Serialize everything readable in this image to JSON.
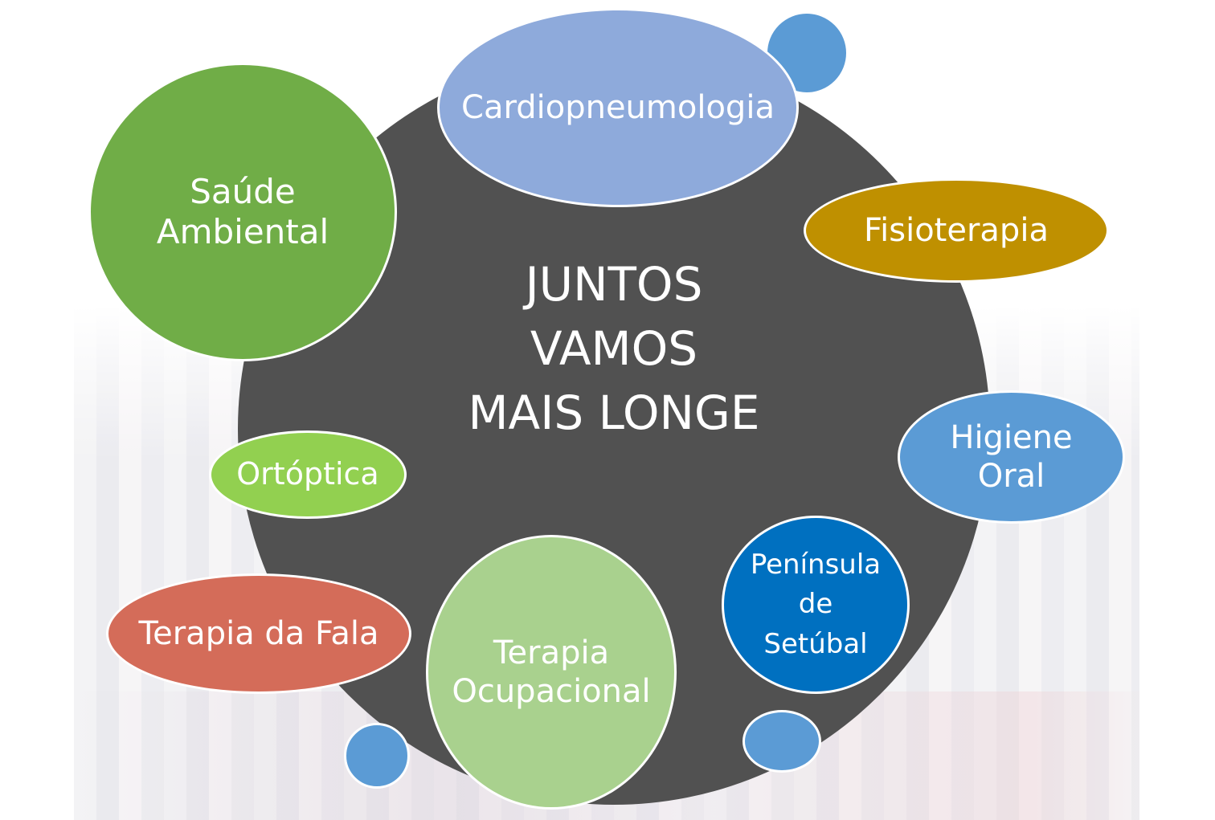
{
  "center": {
    "label": "JUNTOS\nVAMOS\nMAIS LONGE",
    "color": "#515151"
  },
  "nodes": {
    "cardiopneumologia": {
      "label": "Cardiopneumologia",
      "color": "#8eaadb"
    },
    "saude_ambiental": {
      "label": "Saúde\nAmbiental",
      "color": "#70ad47"
    },
    "fisioterapia": {
      "label": "Fisioterapia",
      "color": "#bf9000"
    },
    "higiene_oral": {
      "label": "Higiene\nOral",
      "color": "#5b9bd5"
    },
    "ortoptica": {
      "label": "Ortóptica",
      "color": "#92d050"
    },
    "terapia_fala": {
      "label": "Terapia da Fala",
      "color": "#d46c59"
    },
    "terapia_ocupacional": {
      "label": "Terapia\nOcupacional",
      "color": "#a9d18e"
    },
    "peninsula_setubal": {
      "label": "Península\nde\nSetúbal",
      "color": "#0070c0"
    }
  },
  "accent_dots_color": "#5b9bd5"
}
